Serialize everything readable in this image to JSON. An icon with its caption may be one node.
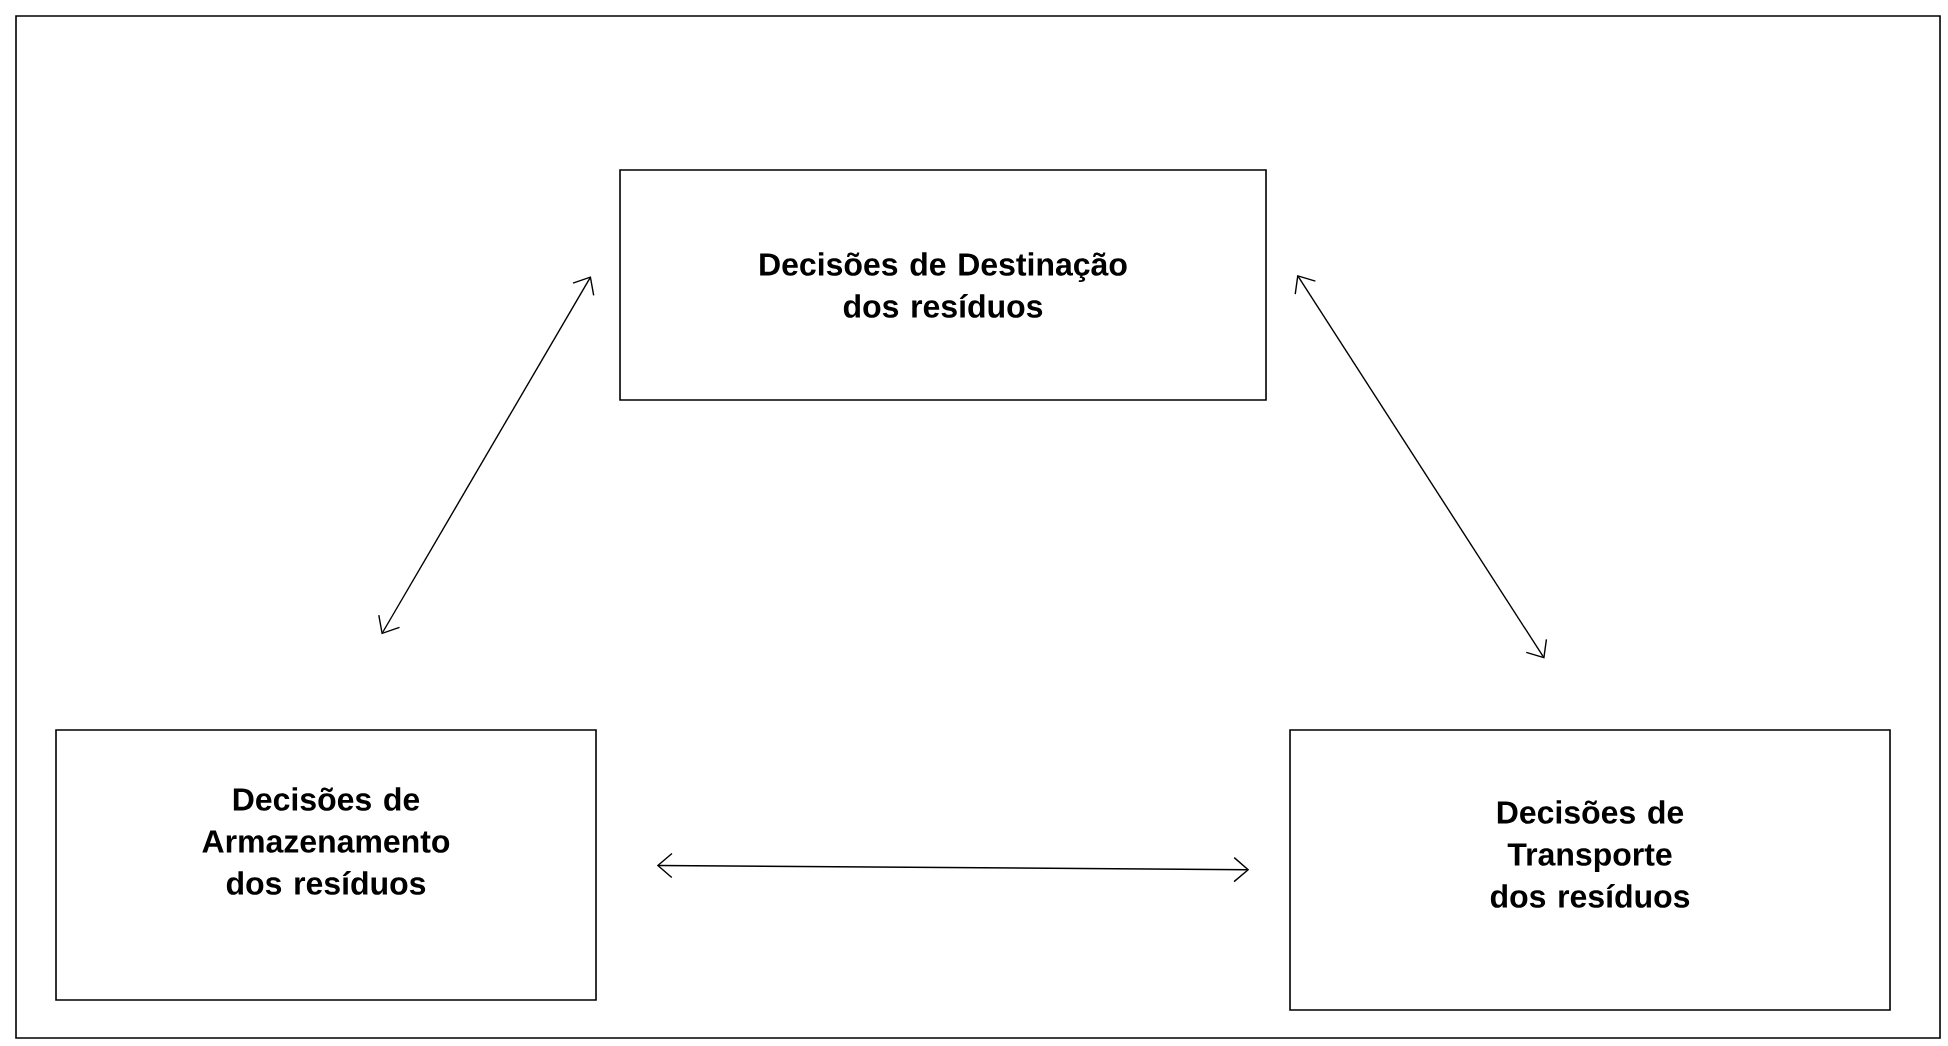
{
  "diagram": {
    "nodes": [
      {
        "text": [
          "Decisões de Destinação dos resíduos"
        ]
      },
      {
        "text": [
          "Decisões de Armazenamento dos resíduos"
        ]
      },
      {
        "text": [
          "Decisões de Transporte dos resíduos"
        ]
      }
    ],
    "edges": [
      {
        "from": 0,
        "to": 1,
        "arrow": "both"
      },
      {
        "from": 0,
        "to": 2,
        "arrow": "both"
      },
      {
        "from": 1,
        "to": 2,
        "arrow": "both"
      }
    ]
  }
}
